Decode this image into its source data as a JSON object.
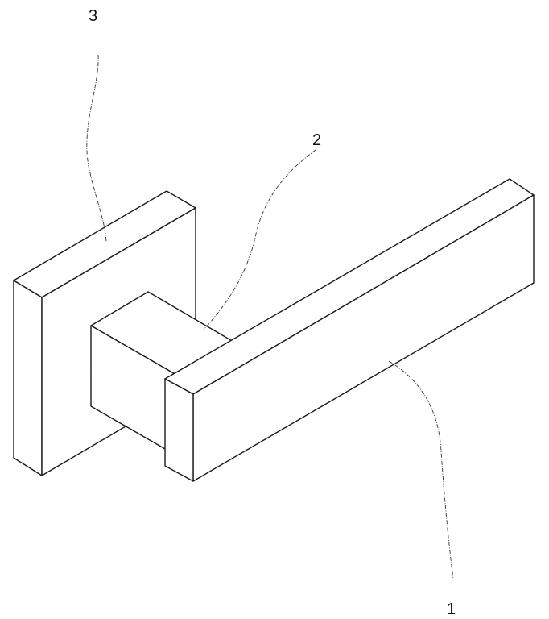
{
  "labels": {
    "plate": "3",
    "neck": "2",
    "handle": "1"
  },
  "colors": {
    "line": "#1a1a1a",
    "background": "#ffffff"
  }
}
